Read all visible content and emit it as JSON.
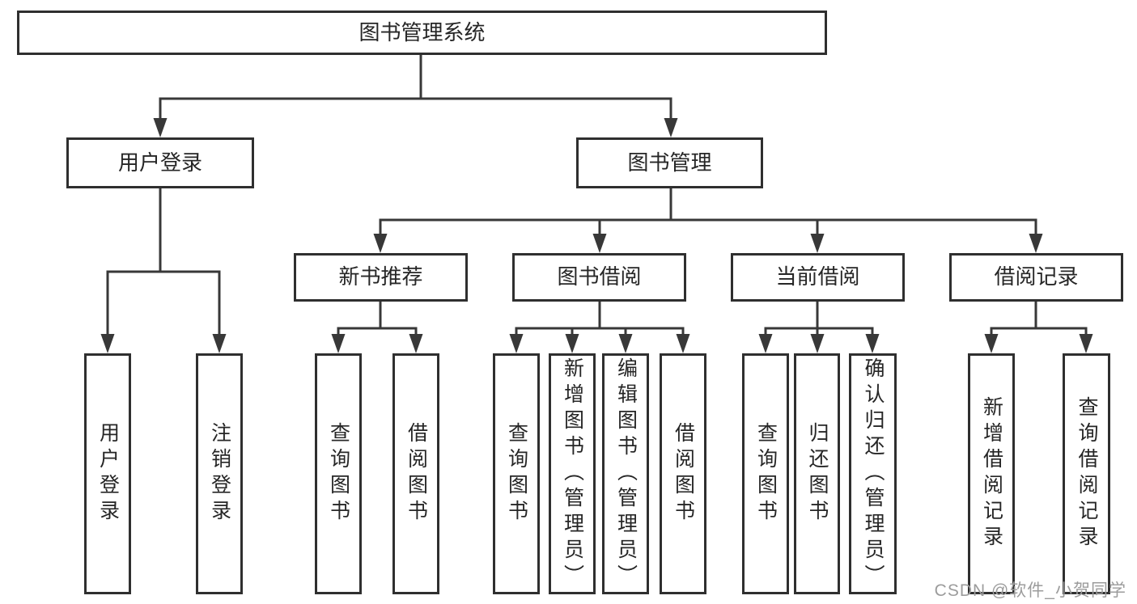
{
  "colors": {
    "box_border": "#2f2f2f",
    "line": "#383838",
    "text": "#262626",
    "watermark": "#9c9c9c",
    "background": "#ffffff"
  },
  "watermark": "CSDN @软件_小贺同学",
  "tree": {
    "label": "图书管理系统",
    "children": [
      {
        "label": "用户登录",
        "children": [
          {
            "label": "用户登录"
          },
          {
            "label": "注销登录"
          }
        ]
      },
      {
        "label": "图书管理",
        "children": [
          {
            "label": "新书推荐",
            "children": [
              {
                "label": "查询图书"
              },
              {
                "label": "借阅图书"
              }
            ]
          },
          {
            "label": "图书借阅",
            "children": [
              {
                "label": "查询图书"
              },
              {
                "label": "新增图书（管理员）"
              },
              {
                "label": "编辑图书（管理员）"
              },
              {
                "label": "借阅图书"
              }
            ]
          },
          {
            "label": "当前借阅",
            "children": [
              {
                "label": "查询图书"
              },
              {
                "label": "归还图书"
              },
              {
                "label": "确认归还（管理员）"
              }
            ]
          },
          {
            "label": "借阅记录",
            "children": [
              {
                "label": "新增借阅记录"
              },
              {
                "label": "查询借阅记录"
              }
            ]
          }
        ]
      }
    ]
  }
}
